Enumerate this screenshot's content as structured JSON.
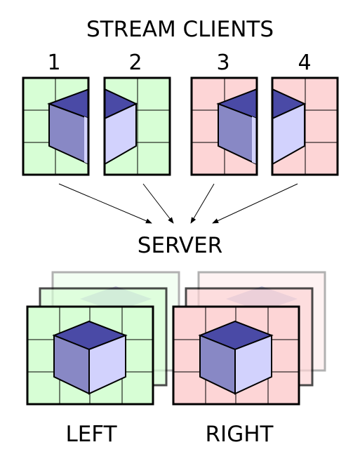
{
  "title": "STREAM CLIENTS",
  "clients": [
    {
      "number": "1"
    },
    {
      "number": "2"
    },
    {
      "number": "3"
    },
    {
      "number": "4"
    }
  ],
  "server_label": "SERVER",
  "outputs": [
    {
      "label": "LEFT"
    },
    {
      "label": "RIGHT"
    }
  ],
  "colors": {
    "left_fill": "#d7fed5",
    "right_fill": "#fdd5d6",
    "cube_top": "#4a4aa6",
    "cube_left": "#8888c5",
    "cube_right": "#d2d2fd",
    "stroke": "#000000"
  }
}
